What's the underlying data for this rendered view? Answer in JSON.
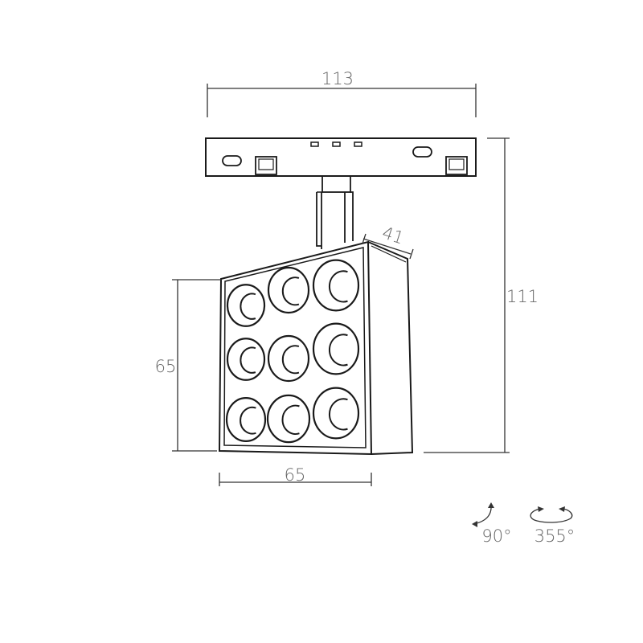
{
  "dimensions": {
    "rail_width": "113",
    "total_height": "111",
    "head_depth": "41",
    "head_height": "65",
    "head_width": "65"
  },
  "rotation": {
    "tilt": "90°",
    "pan": "355°"
  },
  "colors": {
    "outline": "#1a1a1a",
    "dimension_text": "#666666"
  }
}
